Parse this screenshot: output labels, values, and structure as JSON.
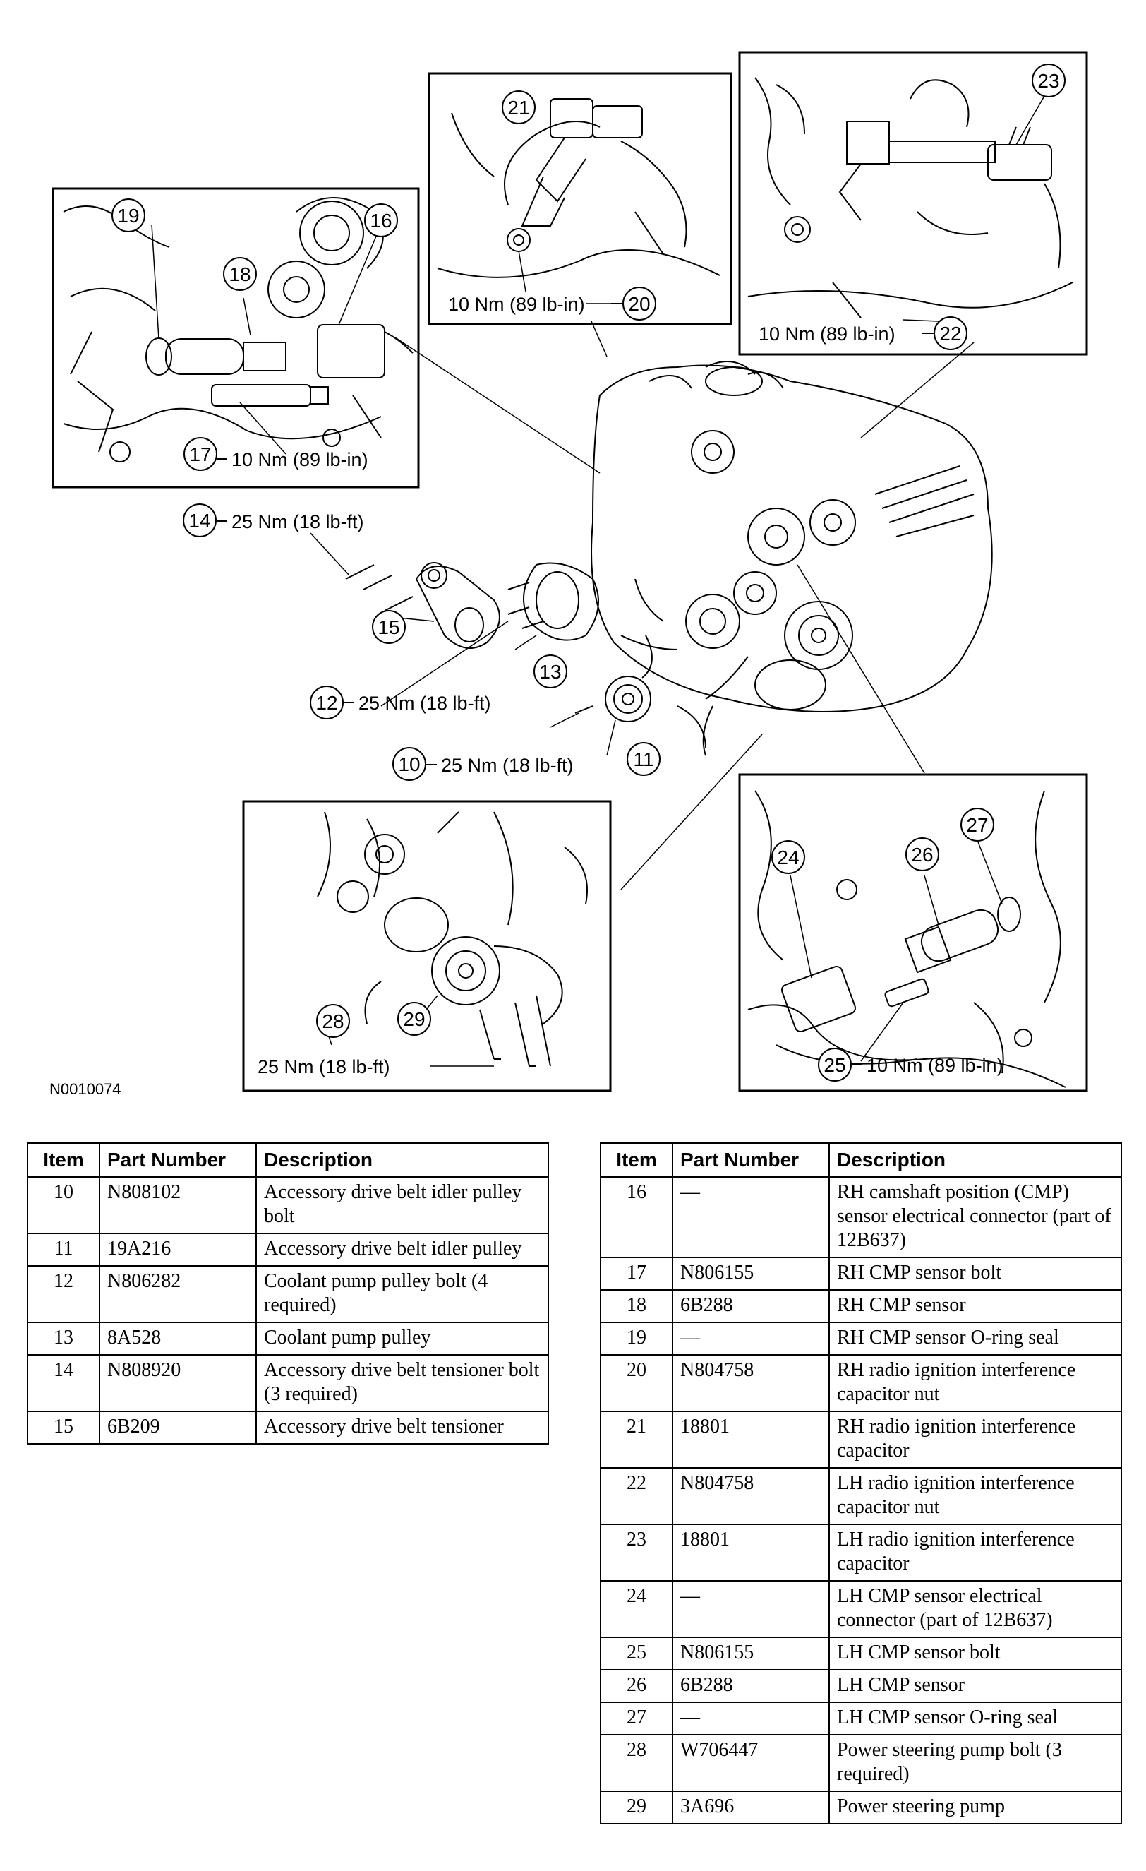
{
  "figure": {
    "code": "N0010074",
    "callouts": {
      "c10": "10",
      "c11": "11",
      "c12": "12",
      "c13": "13",
      "c14": "14",
      "c15": "15",
      "c16": "16",
      "c17": "17",
      "c18": "18",
      "c19": "19",
      "c20": "20",
      "c21": "21",
      "c22": "22",
      "c23": "23",
      "c24": "24",
      "c25": "25",
      "c26": "26",
      "c27": "27",
      "c28": "28",
      "c29": "29"
    },
    "torques": {
      "t10": "25 Nm (18 lb-ft)",
      "t12": "25 Nm (18 lb-ft)",
      "t14": "25 Nm (18 lb-ft)",
      "t17": "10 Nm (89 lb-in)",
      "t20": "10 Nm (89 lb-in)",
      "t22": "10 Nm (89 lb-in)",
      "t25": "10 Nm (89 lb-in)",
      "t28": "25 Nm (18 lb-ft)"
    }
  },
  "table_headers": {
    "item": "Item",
    "part_number": "Part Number",
    "description": "Description"
  },
  "table_left": [
    {
      "item": "10",
      "part": "N808102",
      "desc": "Accessory drive belt idler pulley bolt"
    },
    {
      "item": "11",
      "part": "19A216",
      "desc": "Accessory drive belt idler pulley"
    },
    {
      "item": "12",
      "part": "N806282",
      "desc": "Coolant pump pulley bolt (4 required)"
    },
    {
      "item": "13",
      "part": "8A528",
      "desc": "Coolant pump pulley"
    },
    {
      "item": "14",
      "part": "N808920",
      "desc": "Accessory drive belt tensioner bolt (3 required)"
    },
    {
      "item": "15",
      "part": "6B209",
      "desc": "Accessory drive belt tensioner"
    }
  ],
  "table_right": [
    {
      "item": "16",
      "part": "—",
      "desc": "RH camshaft position (CMP) sensor electrical connector (part of 12B637)"
    },
    {
      "item": "17",
      "part": "N806155",
      "desc": "RH CMP sensor bolt"
    },
    {
      "item": "18",
      "part": "6B288",
      "desc": "RH CMP sensor"
    },
    {
      "item": "19",
      "part": "—",
      "desc": "RH CMP sensor O-ring seal"
    },
    {
      "item": "20",
      "part": "N804758",
      "desc": "RH radio ignition interference capacitor nut"
    },
    {
      "item": "21",
      "part": "18801",
      "desc": "RH radio ignition interference capacitor"
    },
    {
      "item": "22",
      "part": "N804758",
      "desc": "LH radio ignition interference capacitor nut"
    },
    {
      "item": "23",
      "part": "18801",
      "desc": "LH radio ignition interference capacitor"
    },
    {
      "item": "24",
      "part": "—",
      "desc": "LH CMP sensor electrical connector (part of 12B637)"
    },
    {
      "item": "25",
      "part": "N806155",
      "desc": "LH CMP sensor bolt"
    },
    {
      "item": "26",
      "part": "6B288",
      "desc": "LH CMP sensor"
    },
    {
      "item": "27",
      "part": "—",
      "desc": "LH CMP sensor O-ring seal"
    },
    {
      "item": "28",
      "part": "W706447",
      "desc": "Power steering pump bolt (3 required)"
    },
    {
      "item": "29",
      "part": "3A696",
      "desc": "Power steering pump"
    }
  ]
}
